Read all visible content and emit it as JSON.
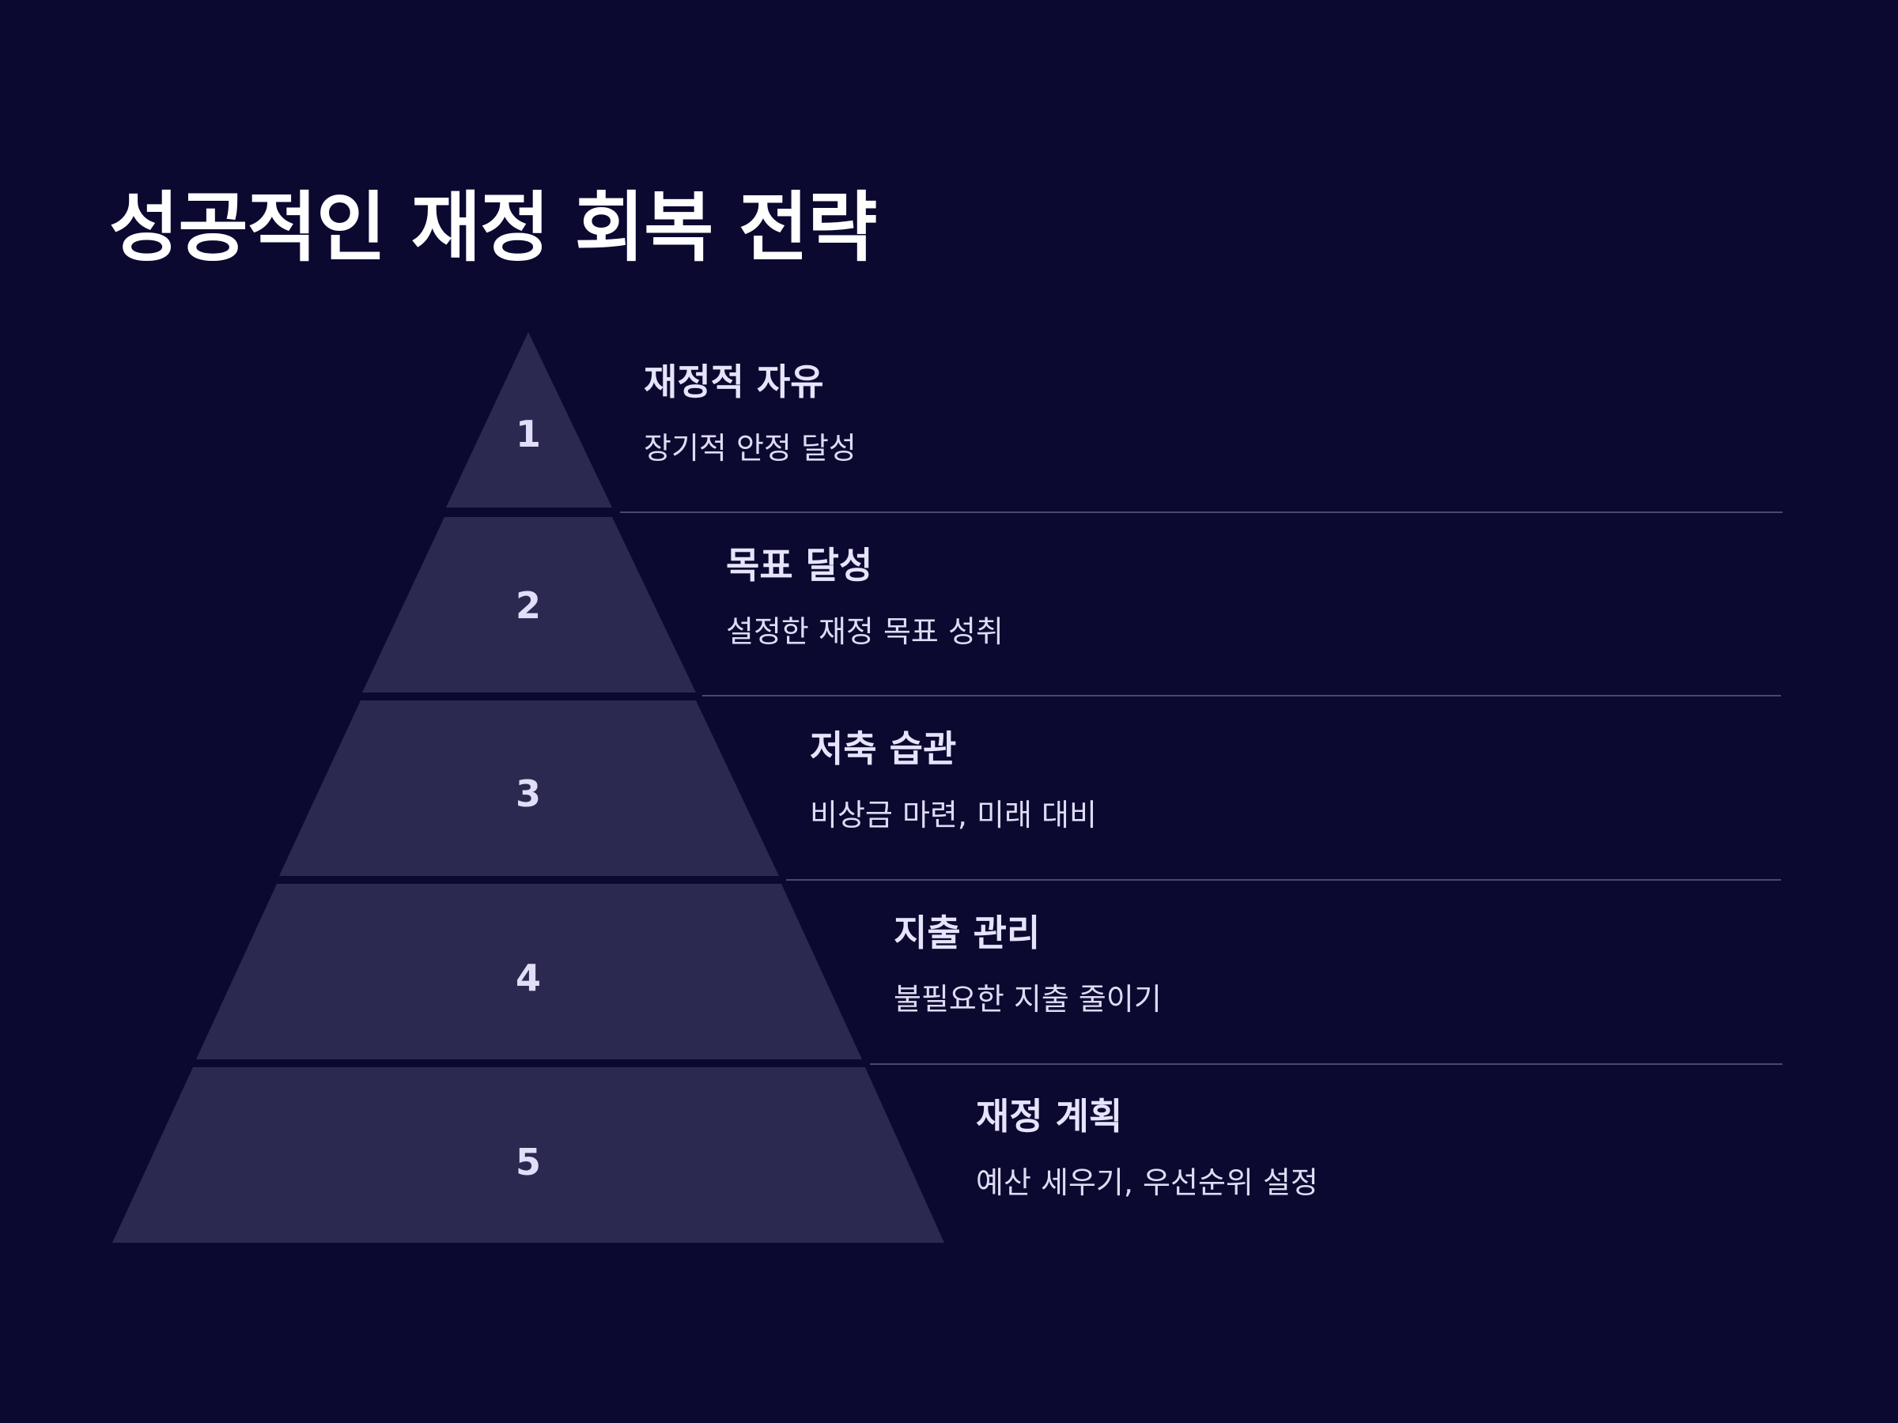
{
  "title": "성공적인 재정 회복 전략",
  "colors": {
    "background": "#0b0930",
    "tier_fill": "#2b2950",
    "divider": "#4a4870",
    "text": "#e6e4fb"
  },
  "tiers": [
    {
      "number": "1",
      "heading": "재정적 자유",
      "description": "장기적 안정 달성"
    },
    {
      "number": "2",
      "heading": "목표 달성",
      "description": "설정한 재정 목표 성취"
    },
    {
      "number": "3",
      "heading": "저축 습관",
      "description": "비상금 마련, 미래 대비"
    },
    {
      "number": "4",
      "heading": "지출 관리",
      "description": "불필요한 지출 줄이기"
    },
    {
      "number": "5",
      "heading": "재정 계획",
      "description": "예산 세우기, 우선순위 설정"
    }
  ]
}
